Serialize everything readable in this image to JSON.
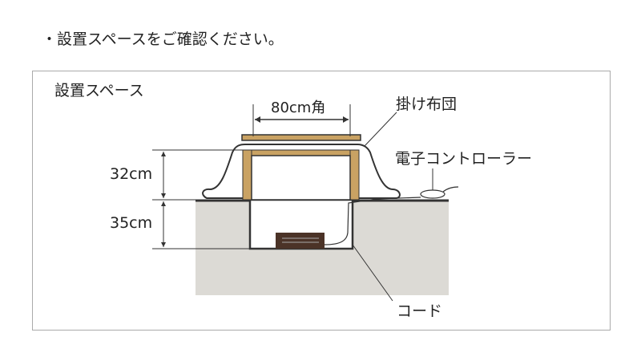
{
  "heading": "・設置スペースをご確認ください。",
  "diagram": {
    "title": "設置スペース",
    "width_label": "80cm角",
    "height_upper": "32cm",
    "height_lower": "35cm",
    "label_futon": "掛け布団",
    "label_controller": "電子コントローラー",
    "label_cord": "コード"
  },
  "colors": {
    "floor": "#dcdad5",
    "wood": "#c9a263",
    "heater": "#4b3327",
    "line": "#333333"
  }
}
